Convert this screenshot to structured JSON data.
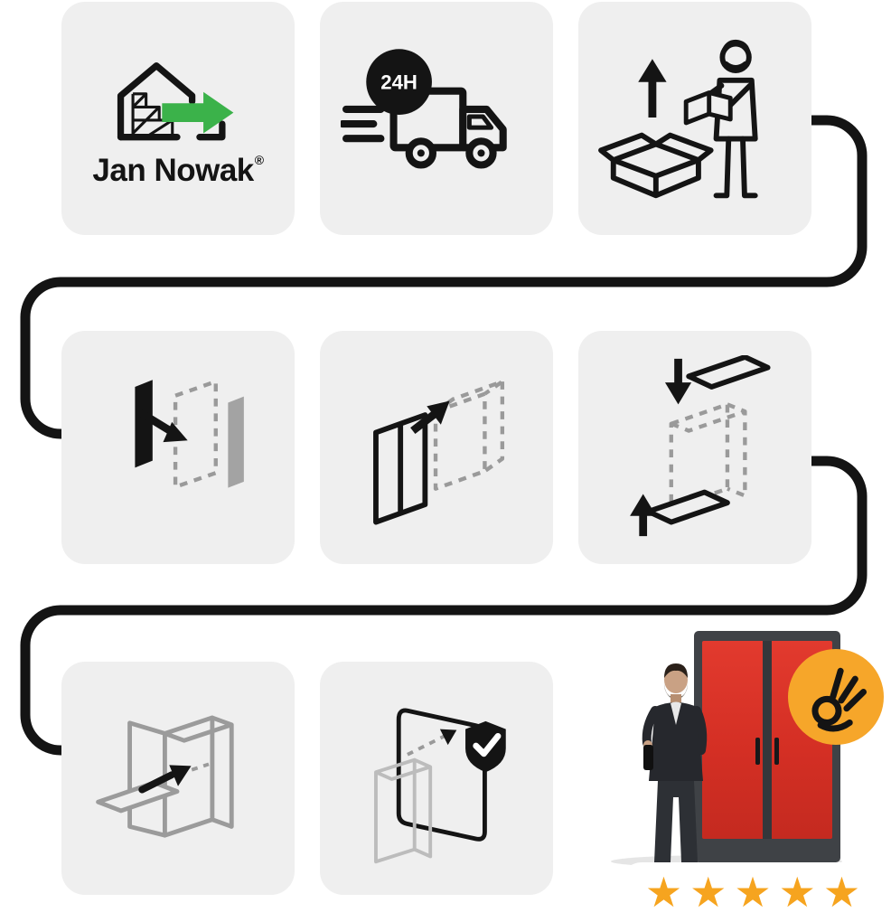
{
  "brand": {
    "name": "Jan Nowak",
    "reg": "®"
  },
  "delivery": {
    "badge": "24H"
  },
  "rating": {
    "stars": "★★★★★",
    "count": 5
  },
  "colors": {
    "card_bg": "#efefef",
    "line_black": "#141414",
    "accent_green": "#3bb24a",
    "badge_orange": "#f6a62a",
    "star_orange": "#f6a41f",
    "cabinet_red": "#d42f24",
    "cabinet_frame": "#3f4246",
    "icon_gray": "#9b9b9b"
  },
  "cards": [
    {
      "id": "brand",
      "icon": "warehouse-arrow-icon"
    },
    {
      "id": "delivery-24h",
      "icon": "truck-icon"
    },
    {
      "id": "unboxing-manual",
      "icon": "person-reading-manual-icon"
    },
    {
      "id": "assembly-step-1",
      "icon": "side-panel-assembly-icon"
    },
    {
      "id": "assembly-step-2",
      "icon": "walls-assembly-icon"
    },
    {
      "id": "assembly-step-3",
      "icon": "top-bottom-assembly-icon"
    },
    {
      "id": "assembly-step-4",
      "icon": "shelf-insert-icon"
    },
    {
      "id": "assembly-step-5",
      "icon": "shield-check-icon"
    }
  ],
  "product": {
    "subject": "man-presenting-red-cabinet",
    "badge_icon": "ok-hand-icon"
  }
}
